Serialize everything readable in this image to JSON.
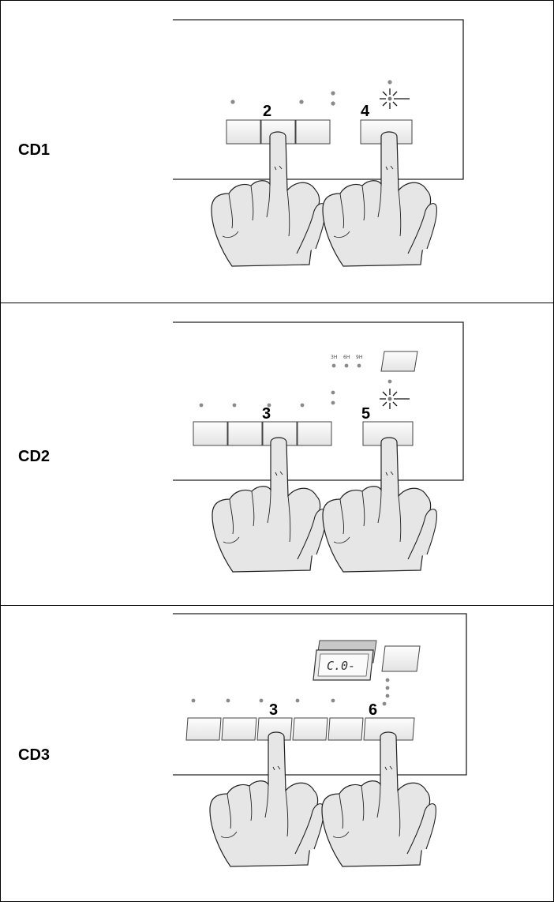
{
  "rows": [
    {
      "label": "CD1",
      "press_numbers": [
        "2",
        "4"
      ]
    },
    {
      "label": "CD2",
      "press_numbers": [
        "3",
        "5"
      ],
      "small_labels": [
        "3H",
        "6H",
        "9H"
      ]
    },
    {
      "label": "CD3",
      "press_numbers": [
        "3",
        "6"
      ],
      "display_text": "C.0-"
    }
  ],
  "icons": {
    "hand": "pointing-hand-icon",
    "blink": "blinking-led-icon",
    "led": "indicator-led"
  },
  "colors": {
    "border": "#000000",
    "led": "#8a8a8a",
    "button_fill": "#f2f2f2",
    "hand_fill": "#e6e6e6"
  }
}
